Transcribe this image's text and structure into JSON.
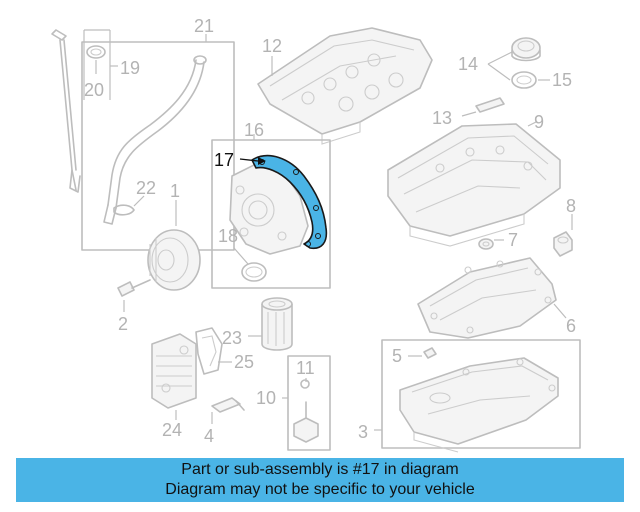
{
  "diagram": {
    "callouts": {
      "c1": "1",
      "c2": "2",
      "c3": "3",
      "c4": "4",
      "c5": "5",
      "c6": "6",
      "c7": "7",
      "c8": "8",
      "c9": "9",
      "c10": "10",
      "c11": "11",
      "c12": "12",
      "c13": "13",
      "c14": "14",
      "c15": "15",
      "c16": "16",
      "c17": "17",
      "c18": "18",
      "c19": "19",
      "c20": "20",
      "c21": "21",
      "c22": "22",
      "c23": "23",
      "c24": "24",
      "c25": "25"
    },
    "highlighted_part": "17",
    "highlight_color": "#4ab4e6"
  },
  "banner": {
    "line1": "Part or sub-assembly is #17 in diagram",
    "line2": "Diagram may not be specific to your vehicle",
    "background": "#4ab4e6"
  }
}
